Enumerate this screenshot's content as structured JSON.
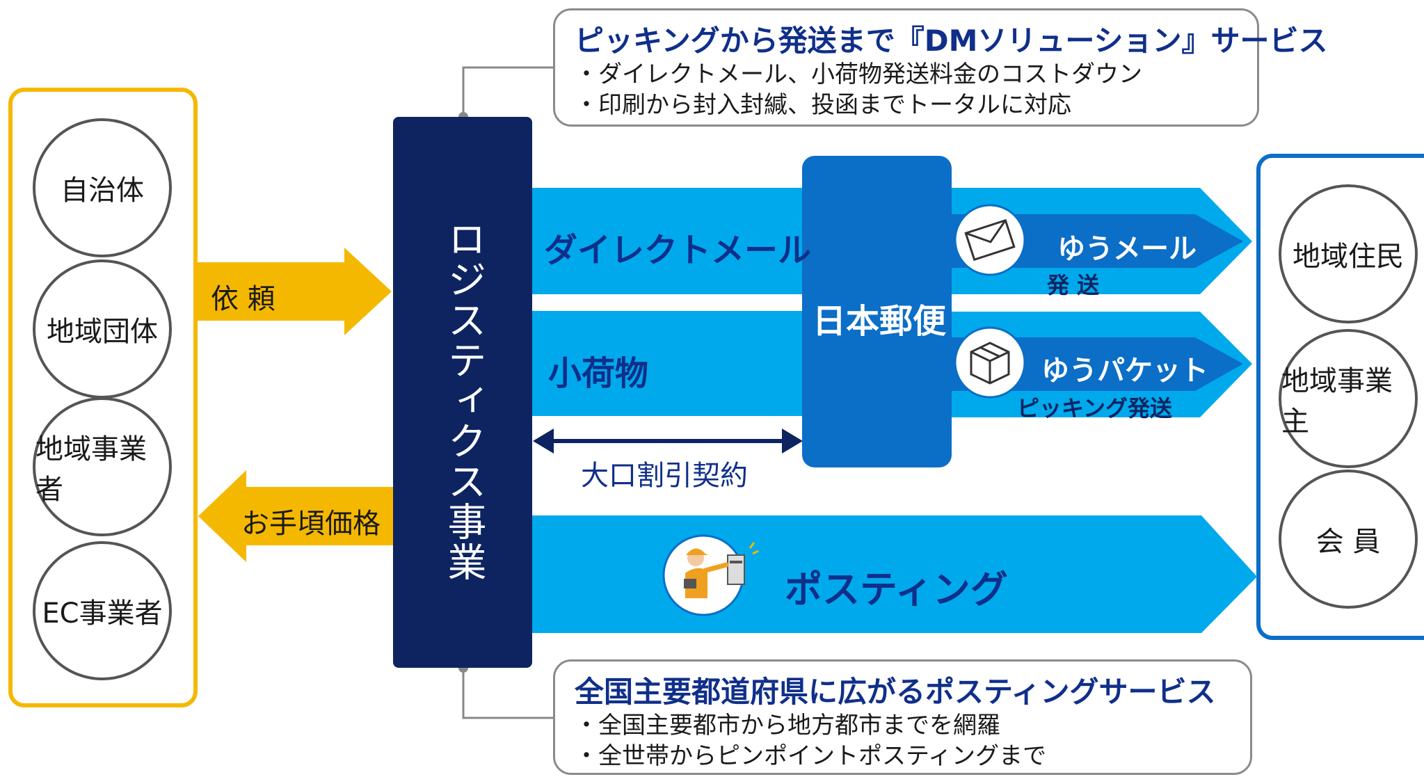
{
  "colors": {
    "navy": "#0d2461",
    "blue_dark": "#0b6ec7",
    "blue_light": "#00a9ec",
    "yellow": "#f5b800",
    "text_navy": "#0f2f8a"
  },
  "clients": [
    "自治体",
    "地域団体",
    "地域事業者",
    "EC事業者"
  ],
  "recipients": [
    "地域住民",
    "地域事業主",
    "会 員"
  ],
  "arrows": {
    "request": "依 頼",
    "price": "お手頃価格"
  },
  "logistics": "ロジスティクス事業",
  "japan_post": "日本郵便",
  "flows": {
    "direct_mail": "ダイレクトメール",
    "small_parcel": "小荷物",
    "posting": "ポスティング"
  },
  "services": {
    "yu_mail": "ゆうメール",
    "yu_mail_sub": "発 送",
    "yu_packet": "ゆうパケット",
    "yu_packet_sub": "ピッキング発送"
  },
  "contract": "大口割引契約",
  "callout_top": {
    "title": "ピッキングから発送まで『DMソリューション』サービス",
    "lines": [
      "・ダイレクトメール、小荷物発送料金のコストダウン",
      "・印刷から封入封緘、投函までトータルに対応"
    ]
  },
  "callout_bottom": {
    "title": "全国主要都道府県に広がるポスティングサービス",
    "lines": [
      "・全国主要都市から地方都市までを網羅",
      "・全世帯からピンポイントポスティングまで"
    ]
  },
  "icons": [
    "envelope-icon",
    "package-icon",
    "delivery-worker-icon"
  ]
}
